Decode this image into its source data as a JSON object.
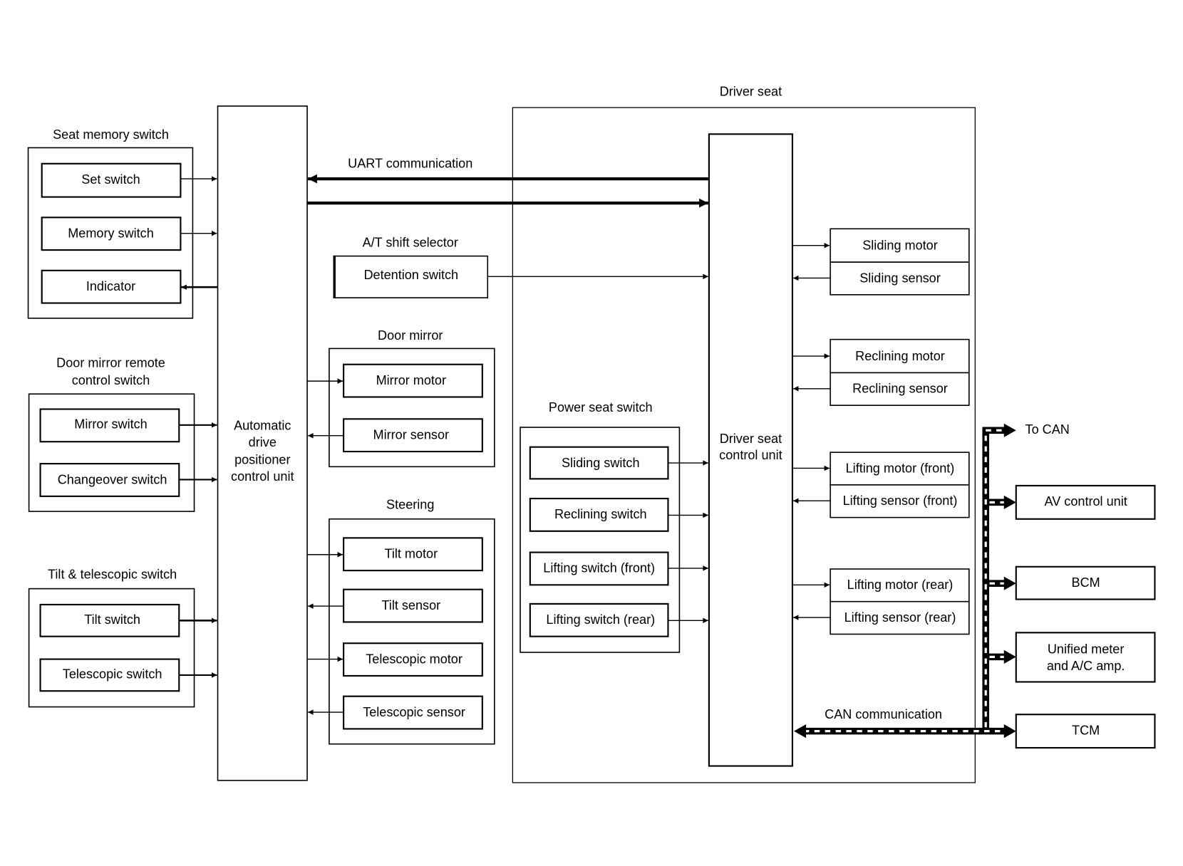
{
  "seat_memory_switch": {
    "title": "Seat memory switch",
    "set": "Set switch",
    "memory": "Memory switch",
    "indicator": "Indicator"
  },
  "acu": {
    "line1": "Automatic",
    "line2": "drive",
    "line3": "positioner",
    "line4": "control unit"
  },
  "door_mirror_remote": {
    "title1": "Door mirror remote",
    "title2": "control switch",
    "mirror": "Mirror switch",
    "changeover": "Changeover switch"
  },
  "tilt_tele_switch": {
    "title": "Tilt & telescopic switch",
    "tilt": "Tilt switch",
    "telescopic": "Telescopic switch"
  },
  "uart": "UART communication",
  "at_shift": {
    "title": "A/T shift selector",
    "detention": "Detention switch"
  },
  "door_mirror": {
    "title": "Door mirror",
    "motor": "Mirror motor",
    "sensor": "Mirror sensor"
  },
  "steering": {
    "title": "Steering",
    "tilt_motor": "Tilt motor",
    "tilt_sensor": "Tilt sensor",
    "tele_motor": "Telescopic motor",
    "tele_sensor": "Telescopic sensor"
  },
  "driver_seat": {
    "title": "Driver seat",
    "cu1": "Driver seat",
    "cu2": "control unit"
  },
  "power_seat_switch": {
    "title": "Power seat switch",
    "sliding": "Sliding switch",
    "reclining": "Reclining switch",
    "lift_front": "Lifting switch (front)",
    "lift_rear": "Lifting switch (rear)"
  },
  "actuators": {
    "sliding_motor": "Sliding motor",
    "sliding_sensor": "Sliding sensor",
    "reclining_motor": "Reclining motor",
    "reclining_sensor": "Reclining sensor",
    "lift_front_motor": "Lifting motor (front)",
    "lift_front_sensor": "Lifting sensor (front)",
    "lift_rear_motor": "Lifting motor (rear)",
    "lift_rear_sensor": "Lifting sensor (rear)"
  },
  "can": {
    "label": "CAN communication",
    "to_can": "To CAN",
    "av": "AV control unit",
    "bcm": "BCM",
    "meter1": "Unified meter",
    "meter2": "and A/C amp.",
    "tcm": "TCM"
  }
}
